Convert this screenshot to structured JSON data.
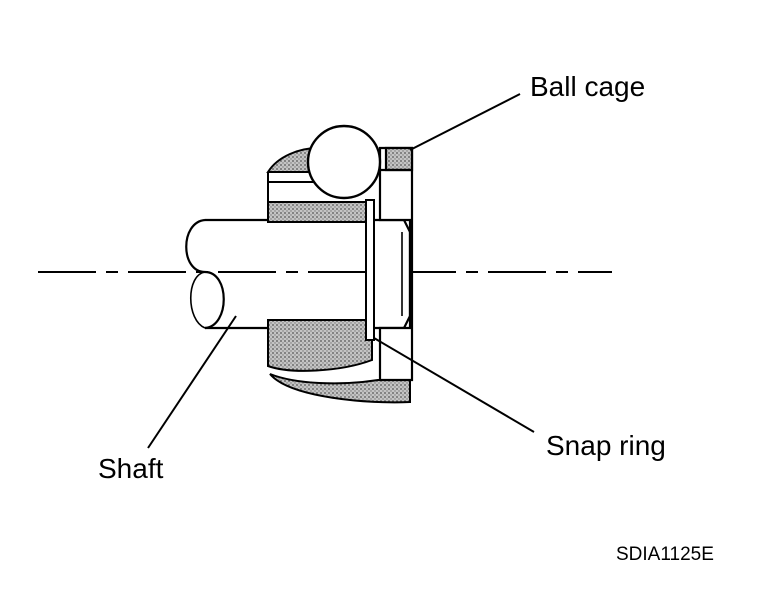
{
  "labels": {
    "ball_cage": "Ball cage",
    "snap_ring": "Snap ring",
    "shaft": "Shaft",
    "figure_code": "SDIA1125E"
  },
  "colors": {
    "ink": "#000000",
    "hatch": "#b5b5b5",
    "background": "#ffffff"
  }
}
